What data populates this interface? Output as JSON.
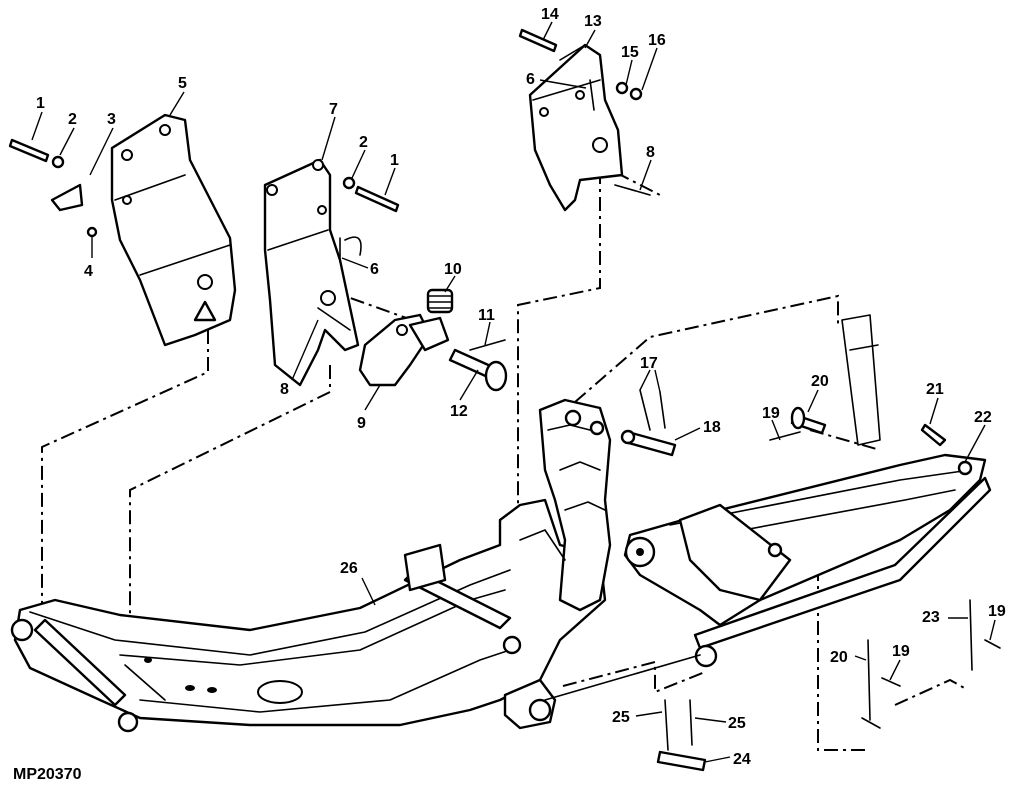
{
  "figure_id": "MP20370",
  "callouts": {
    "c1a": "1",
    "c2a": "2",
    "c3": "3",
    "c4": "4",
    "c5": "5",
    "c7": "7",
    "c2b": "2",
    "c1b": "1",
    "c6a": "6",
    "c10": "10",
    "c11": "11",
    "c8a": "8",
    "c9": "9",
    "c12": "12",
    "c14": "14",
    "c13": "13",
    "c6b": "6",
    "c15": "15",
    "c16": "16",
    "c8b": "8",
    "c17": "17",
    "c18": "18",
    "c20a": "20",
    "c19a": "19",
    "c21": "21",
    "c22": "22",
    "c26": "26",
    "c23": "23",
    "c19b": "19",
    "c20b": "20",
    "c19c": "19",
    "c25a": "25",
    "c25b": "25",
    "c24": "24"
  }
}
